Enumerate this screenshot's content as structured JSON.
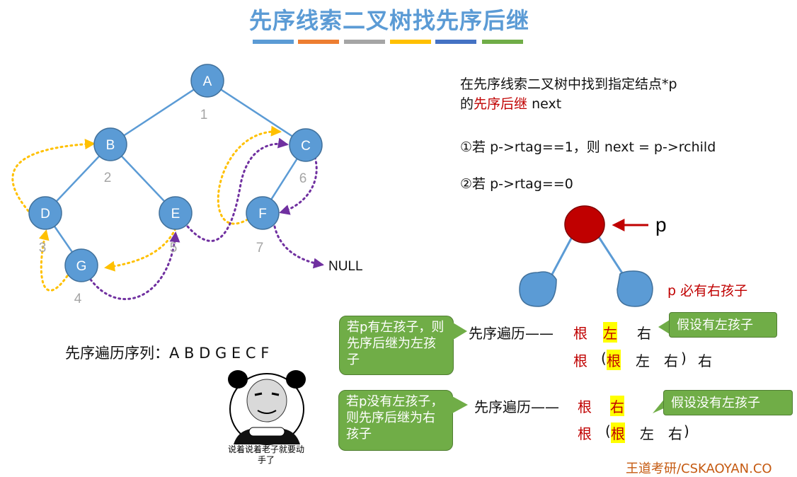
{
  "title": "先序线索二叉树找先序后继",
  "title_bar_colors": [
    "#5b9bd5",
    "#ed7d31",
    "#a5a5a5",
    "#ffc000",
    "#4472c4",
    "#70ad47"
  ],
  "tree": {
    "nodes": [
      {
        "label": "A",
        "order": "1"
      },
      {
        "label": "B",
        "order": "2"
      },
      {
        "label": "C",
        "order": "6"
      },
      {
        "label": "D",
        "order": "3"
      },
      {
        "label": "E",
        "order": "5"
      },
      {
        "label": "F",
        "order": "7"
      },
      {
        "label": "G",
        "order": "4"
      }
    ],
    "null_label": "NULL"
  },
  "preorder": {
    "label": "先序遍历序列：",
    "sequence": "A B D G E C F"
  },
  "description": {
    "line1": "在先序线索二叉树中找到指定结点*p",
    "line2_prefix": "的",
    "line2_highlight": "先序后继",
    "line2_suffix": " next"
  },
  "rules": {
    "rule1": "①若 p->rtag==1，则 next = p->rchild",
    "rule2": "②若 p->rtag==0"
  },
  "small_tree": {
    "pointer_label": "p",
    "caption": "p 必有右孩子"
  },
  "case_left": {
    "callout": "若p有左孩子，则先序后继为左孩子",
    "traversal_label": "先序遍历——",
    "row1": [
      "根",
      "左",
      "右"
    ],
    "row2": [
      "根",
      "(",
      "根",
      "左",
      "右",
      ")",
      "右"
    ],
    "assume": "假设有左孩子"
  },
  "case_no_left": {
    "callout": "若p没有左孩子，则先序后继为右孩子",
    "traversal_label": "先序遍历——",
    "row1": [
      "根",
      "右"
    ],
    "row2": [
      "根",
      "(",
      "根",
      "左",
      "右",
      ")"
    ],
    "assume": "假设没有左孩子"
  },
  "meme_caption": "说着说着老子就要动手了",
  "watermark": "王道考研/CSKAOYAN.CO"
}
